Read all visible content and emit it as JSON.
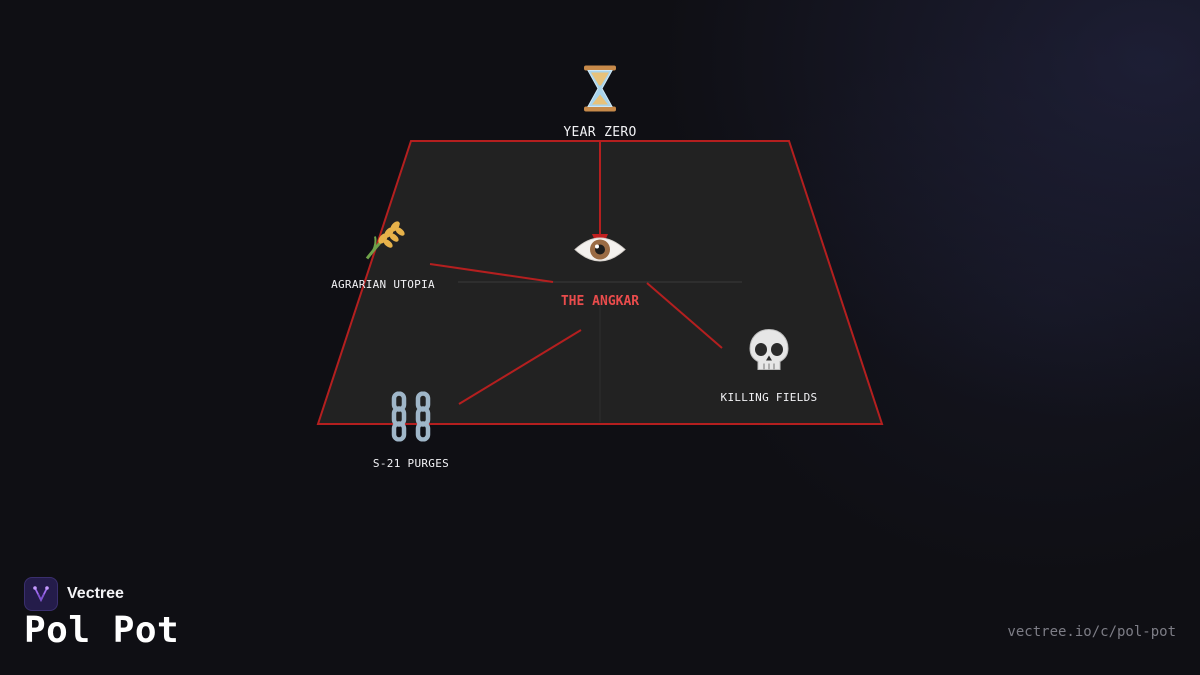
{
  "diagram": {
    "center": {
      "label": "THE ANGKAR",
      "icon": "eye-icon"
    },
    "nodes": [
      {
        "id": "year-zero",
        "label": "YEAR ZERO",
        "icon": "hourglass-icon"
      },
      {
        "id": "agrarian-utopia",
        "label": "AGRARIAN UTOPIA",
        "icon": "wheat-icon"
      },
      {
        "id": "killing-fields",
        "label": "KILLING FIELDS",
        "icon": "skull-icon"
      },
      {
        "id": "s21-purges",
        "label": "S-21 PURGES",
        "icon": "chains-icon"
      }
    ],
    "colors": {
      "accent": "#b41f1f",
      "center_label": "#e94c4c",
      "plane_fill": "#222222",
      "background": "#0f0f14"
    }
  },
  "brand": {
    "name": "Vectree",
    "logo_icon": "vectree-logo-icon"
  },
  "page": {
    "title": "Pol Pot",
    "url": "vectree.io/c/pol-pot"
  }
}
